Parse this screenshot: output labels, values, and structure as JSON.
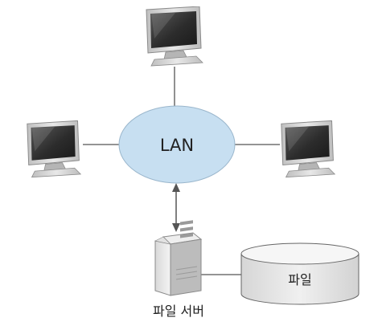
{
  "network": {
    "lan_label": "LAN",
    "file_server_label": "파일 서버",
    "file_storage_label": "파일"
  },
  "icons": {
    "computer": "monitor-icon",
    "server": "server-tower-icon",
    "storage": "database-cylinder-icon"
  },
  "colors": {
    "lan_fill": "#c7dff1",
    "lan_stroke": "#9ab6cc",
    "line": "#555555",
    "monitor_body": "#cfcfcf",
    "monitor_screen": "#3a3a3a",
    "cylinder_fill": "#e6e6e6"
  }
}
